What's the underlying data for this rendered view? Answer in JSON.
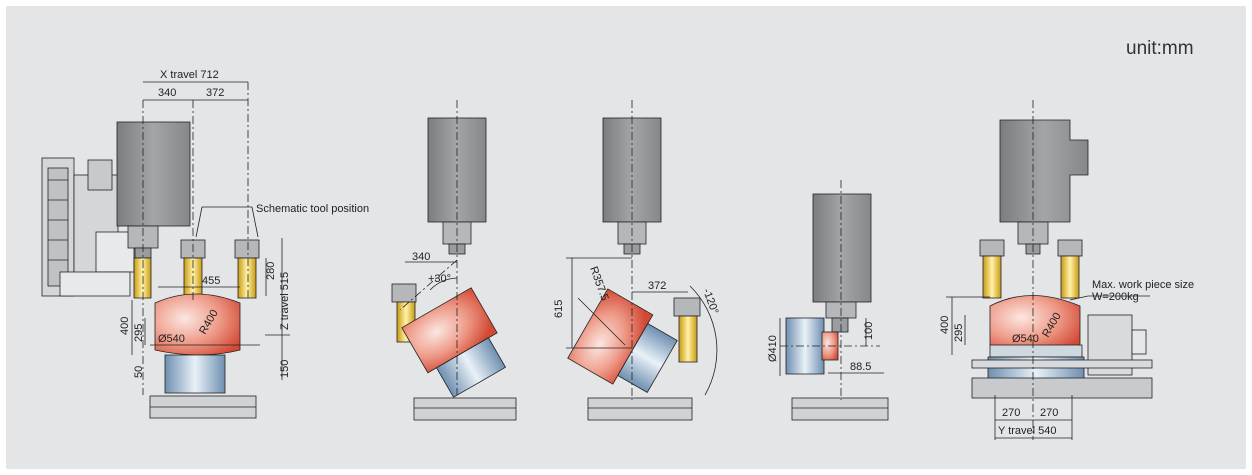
{
  "unit_label": "unit:mm",
  "labels": {
    "x_travel": "X travel 712",
    "x_left": "340",
    "x_right": "372",
    "schematic": "Schematic tool position",
    "d455": "455",
    "d280": "280",
    "z_travel": "Z travel 515",
    "r400_a": "R400",
    "d540_a": "Ø540",
    "d400_a": "400",
    "d295_a": "295",
    "d50": "50",
    "d150": "150",
    "d340_b": "340",
    "plus30": "+30°",
    "d615": "615",
    "r357": "R357.5",
    "d372_c": "372",
    "minus120": "-120°",
    "d410": "Ø410",
    "d100": "100",
    "d88": "88.5",
    "maxwp_1": "Max. work piece size",
    "maxwp_2": "W=200kg",
    "d400_e": "400",
    "d295_e": "295",
    "d540_e": "Ø540",
    "r400_e": "R400",
    "d270_l": "270",
    "d270_r": "270",
    "y_travel": "Y travel 540"
  },
  "colors": {
    "background": "#e4e5e7",
    "spindle": "#8f9195",
    "table_red": "#dc5a4a",
    "table_blue": "#9eb6cc",
    "tool_yellow": "#e8c23a"
  }
}
